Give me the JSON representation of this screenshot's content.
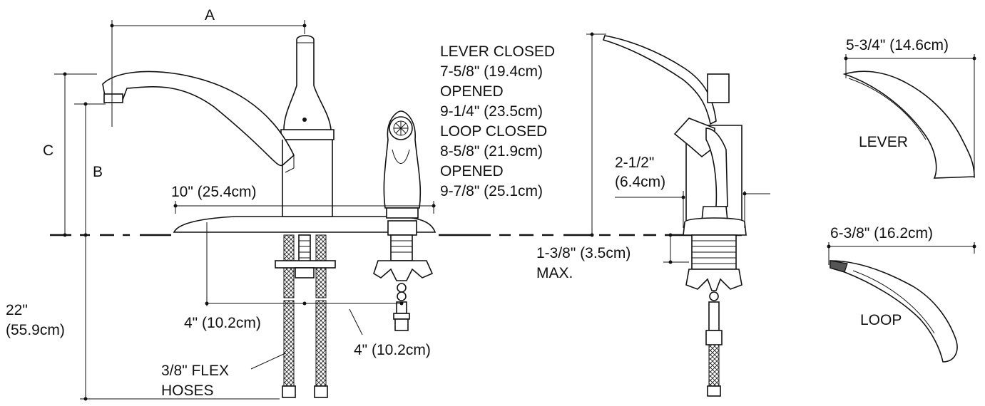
{
  "labels": {
    "a": "A",
    "b": "B",
    "c": "C",
    "spread": "10\" (25.4cm)",
    "hole_left": "4\" (10.2cm)",
    "hole_right": "4\" (10.2cm)",
    "height_line1": "22\"",
    "height_line2": "(55.9cm)",
    "flex_line1": "3/8\" FLEX",
    "flex_line2": "HOSES",
    "lever_closed": "LEVER CLOSED",
    "lever_closed_dim": "7-5/8\" (19.4cm)",
    "lever_opened": "OPENED",
    "lever_opened_dim": "9-1/4\" (23.5cm)",
    "loop_closed": "LOOP CLOSED",
    "loop_closed_dim": "8-5/8\" (21.9cm)",
    "loop_opened": "OPENED",
    "loop_opened_dim": "9-7/8\" (25.1cm)",
    "side_dim": "2-1/2\"",
    "side_dim_cm": "(6.4cm)",
    "deck_line1": "1-3/8\" (3.5cm)",
    "deck_line2": "MAX.",
    "lever_width": "5-3/4\" (14.6cm)",
    "lever_name": "LEVER",
    "loop_width": "6-3/8\" (16.2cm)",
    "loop_name": "LOOP"
  }
}
